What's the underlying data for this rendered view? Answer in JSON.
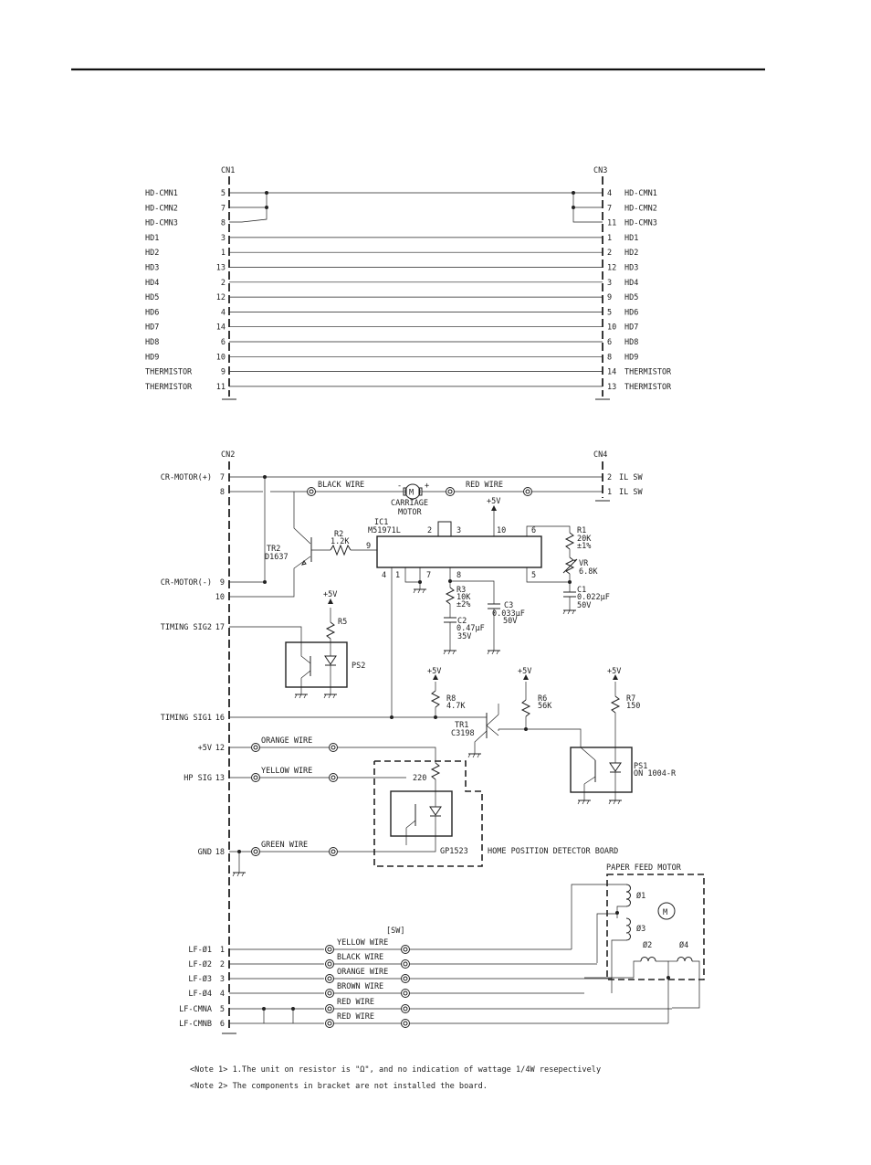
{
  "cn1": {
    "title": "CN1",
    "rows": [
      {
        "label": "HD-CMN1",
        "pin": "5"
      },
      {
        "label": "HD-CMN2",
        "pin": "7"
      },
      {
        "label": "HD-CMN3",
        "pin": "8"
      },
      {
        "label": "HD1",
        "pin": "3"
      },
      {
        "label": "HD2",
        "pin": "1"
      },
      {
        "label": "HD3",
        "pin": "13"
      },
      {
        "label": "HD4",
        "pin": "2"
      },
      {
        "label": "HD5",
        "pin": "12"
      },
      {
        "label": "HD6",
        "pin": "4"
      },
      {
        "label": "HD7",
        "pin": "14"
      },
      {
        "label": "HD8",
        "pin": "6"
      },
      {
        "label": "HD9",
        "pin": "10"
      },
      {
        "label": "THERMISTOR",
        "pin": "9"
      },
      {
        "label": "THERMISTOR",
        "pin": "11"
      }
    ]
  },
  "cn3": {
    "title": "CN3",
    "rows": [
      {
        "label": "HD-CMN1",
        "pin": "4"
      },
      {
        "label": "HD-CMN2",
        "pin": "7"
      },
      {
        "label": "HD-CMN3",
        "pin": "11"
      },
      {
        "label": "HD1",
        "pin": "1"
      },
      {
        "label": "HD2",
        "pin": "2"
      },
      {
        "label": "HD3",
        "pin": "12"
      },
      {
        "label": "HD4",
        "pin": "3"
      },
      {
        "label": "HD5",
        "pin": "9"
      },
      {
        "label": "HD6",
        "pin": "5"
      },
      {
        "label": "HD7",
        "pin": "10"
      },
      {
        "label": "HD8",
        "pin": "6"
      },
      {
        "label": "HD9",
        "pin": "8"
      },
      {
        "label": "THERMISTOR",
        "pin": "14"
      },
      {
        "label": "THERMISTOR",
        "pin": "13"
      }
    ]
  },
  "cn2": {
    "title": "CN2",
    "rows": [
      {
        "label": "CR-MOTOR(+)",
        "pin": "7"
      },
      {
        "label": "",
        "pin": "8"
      },
      {
        "label": "CR-MOTOR(-)",
        "pin": "9"
      },
      {
        "label": "",
        "pin": "10"
      },
      {
        "label": "TIMING SIG2",
        "pin": "17"
      },
      {
        "label": "TIMING SIG1",
        "pin": "16"
      },
      {
        "label": "+5V",
        "pin": "12"
      },
      {
        "label": "HP SIG",
        "pin": "13"
      },
      {
        "label": "GND",
        "pin": "18"
      },
      {
        "label": "LF-Ø1",
        "pin": "1"
      },
      {
        "label": "LF-Ø2",
        "pin": "2"
      },
      {
        "label": "LF-Ø3",
        "pin": "3"
      },
      {
        "label": "LF-Ø4",
        "pin": "4"
      },
      {
        "label": "LF-CMNA",
        "pin": "5"
      },
      {
        "label": "LF-CMNB",
        "pin": "6"
      }
    ]
  },
  "cn4": {
    "title": "CN4",
    "rows": [
      {
        "pin": "2",
        "label": "IL SW"
      },
      {
        "pin": "1",
        "label": "IL SW"
      }
    ]
  },
  "wires": {
    "black": "BLACK WIRE",
    "red": "RED WIRE",
    "orange": "ORANGE WIRE",
    "yellow": "YELLOW WIRE",
    "green": "GREEN WIRE",
    "sw": "[SW]",
    "lf": [
      "YELLOW WIRE",
      "BLACK WIRE",
      "ORANGE WIRE",
      "BROWN WIRE",
      "RED WIRE",
      "RED WIRE"
    ]
  },
  "motor": {
    "symbol": "M",
    "minus": "-",
    "plus": "+",
    "name1": "CARRIAGE",
    "name2": "MOTOR"
  },
  "ic1": {
    "ref": "IC1",
    "part": "M51971L",
    "pins": [
      "2",
      "3",
      "9",
      "10",
      "6",
      "4",
      "1",
      "7",
      "8",
      "5"
    ]
  },
  "components": {
    "r1": [
      "R1",
      "20K",
      "±1%"
    ],
    "vr": [
      "VR",
      "6.8K"
    ],
    "c1": [
      "C1",
      "0.022μF",
      "50V"
    ],
    "r2": [
      "R2",
      "1.2K"
    ],
    "tr2": [
      "TR2",
      "D1637"
    ],
    "r3": [
      "R3",
      "10K",
      "±2%"
    ],
    "c2": [
      "C2",
      "0.47μF",
      "35V"
    ],
    "c3": [
      "C3",
      "0.033μF",
      "50V"
    ],
    "r5": "R5",
    "ps2": "PS2",
    "r8": [
      "R8",
      "4.7K"
    ],
    "r6": [
      "R6",
      "56K"
    ],
    "r7": [
      "R7",
      "150"
    ],
    "tr1": [
      "TR1",
      "C3198"
    ],
    "ps1": [
      "PS1",
      "ON 1004-R"
    ],
    "r220": "220",
    "gp": "GP1523",
    "home_board": "HOME POSITION DETECTOR BOARD"
  },
  "vcc": "+5V",
  "paper_motor": {
    "title": "PAPER FEED MOTOR",
    "symbol": "M",
    "phases": [
      "Ø1",
      "Ø3",
      "Ø2",
      "Ø4"
    ]
  },
  "notes": [
    "<Note 1> 1.The unit on resistor is \"Ω\", and no indication of wattage 1/4W resepectively",
    "<Note 2> The components in bracket are not installed the board."
  ]
}
